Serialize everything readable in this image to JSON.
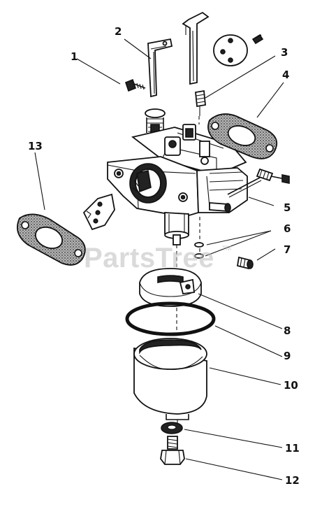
{
  "diagram": {
    "callouts": [
      {
        "id": "c1",
        "label": "1"
      },
      {
        "id": "c2",
        "label": "2"
      },
      {
        "id": "c3",
        "label": "3"
      },
      {
        "id": "c4",
        "label": "4"
      },
      {
        "id": "c5",
        "label": "5"
      },
      {
        "id": "c6",
        "label": "6"
      },
      {
        "id": "c7",
        "label": "7"
      },
      {
        "id": "c8",
        "label": "8"
      },
      {
        "id": "c9",
        "label": "9"
      },
      {
        "id": "c10",
        "label": "10"
      },
      {
        "id": "c11",
        "label": "11"
      },
      {
        "id": "c12",
        "label": "12"
      },
      {
        "id": "c13",
        "label": "13"
      }
    ]
  },
  "watermark": {
    "text": "PartsTree",
    "trademark": "TM"
  },
  "colors": {
    "ink": "#111111",
    "background": "#ffffff",
    "watermark": "#bdbdbd",
    "gasket_fill": "#9a9a9a"
  }
}
